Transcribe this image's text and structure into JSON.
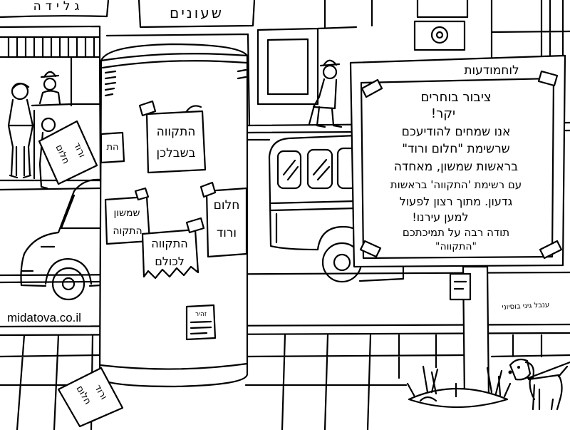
{
  "scene": {
    "palette": {
      "ink": "#000000",
      "paper": "#ffffff"
    }
  },
  "shops": {
    "ice_cream_sign": "גלידה",
    "watches_sign": "שעונים"
  },
  "notice_board": {
    "title": "לוחמודעות",
    "lines": [
      "ציבור בוחרים",
      "יקר!",
      "אנו שמחים להודיעכם",
      "שרשימת \"חלום ורוד\"",
      "בראשות שמשון, מאחדה",
      "עם רשימת 'התקווה' בראשות",
      "גדעון. מתוך רצון לפעול",
      "למען עירנו!",
      "תודה רבה על תמיכתכם",
      "\"התקווה\""
    ]
  },
  "pillar_posters": {
    "hatikva_for_you": [
      "התקווה",
      "בשבלכן"
    ],
    "edge_fragment": "הת",
    "shimshon": [
      "שמשון",
      "התקוה"
    ],
    "hatikva_for_all": [
      "התקווה",
      "לכולם"
    ],
    "pink_dream": [
      "חלום",
      "ורוד"
    ],
    "small_notice": "זהיר"
  },
  "held_poster": [
    "חלום",
    "ורוד"
  ],
  "ground_poster": [
    "חלום",
    "ורוד"
  ],
  "watermark": "midatova.co.il",
  "signature": "ענבל גיני בוסיוני"
}
